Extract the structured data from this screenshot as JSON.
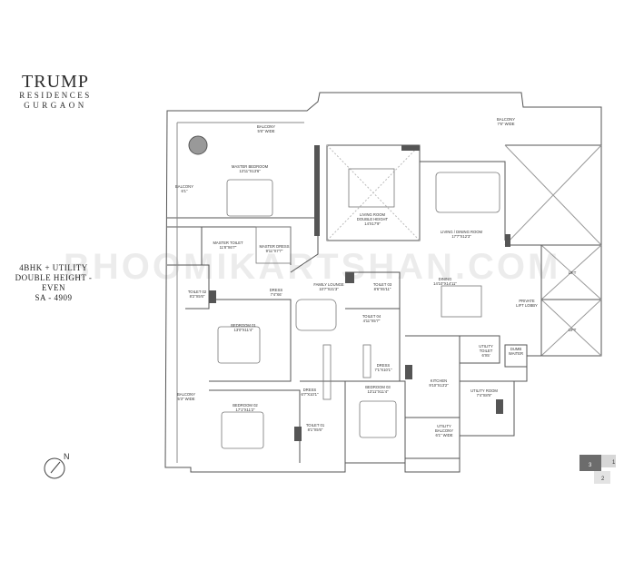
{
  "brand": {
    "name": "TRUMP",
    "sub1": "RESIDENCES",
    "sub2": "GURGAON"
  },
  "unit": {
    "type": "4BHK + UTILITY",
    "height": "DOUBLE HEIGHT - EVEN",
    "area": "SA - 4909"
  },
  "watermark": "BHOOMIKARTSHAN.COM",
  "compass": {
    "label": "N"
  },
  "keyplan": {
    "cells": [
      "3",
      "1",
      "2"
    ]
  },
  "rooms": {
    "balcony_top": {
      "name": "BALCONY",
      "dim": "5'6\" WIDE"
    },
    "balcony_top_right": {
      "name": "BALCONY",
      "dim": "7'6\" WIDE"
    },
    "balcony_left": {
      "name": "BALCONY",
      "dim": "6'1\""
    },
    "balcony_bottom_left": {
      "name": "BALCONY",
      "dim": "5'3\" WIDE"
    },
    "master_bedroom": {
      "name": "MASTER BEDROOM",
      "dim": "13'11\"X13'6\""
    },
    "living_room": {
      "name": "LIVING ROOM",
      "note": "DOUBLE HEIGHT",
      "dim": "14'X17'9\""
    },
    "living_dining": {
      "name": "LIVING / DINING ROOM",
      "dim": "17'7\"X12'3\""
    },
    "master_toilet": {
      "name": "MASTER TOILET",
      "dim": "11'8\"X6'7\""
    },
    "master_dress": {
      "name": "MASTER DRESS",
      "dim": "9'11\"X7'7\""
    },
    "dress_small": {
      "name": "DRESS",
      "dim": "7'4\"X6'"
    },
    "family_lounge": {
      "name": "FAMILY LOUNGE",
      "dim": "10'7\"X21'3\""
    },
    "toilet_02": {
      "name": "TOILET 02",
      "dim": "8'2\"X5'6\""
    },
    "toilet_03": {
      "name": "TOILET 03",
      "dim": "8'6\"X5'11\""
    },
    "toilet_04": {
      "name": "TOILET 04",
      "dim": "4'11\"X5'7\""
    },
    "toilet_01": {
      "name": "TOILET 01",
      "dim": "8'1\"X5'6\""
    },
    "dining": {
      "name": "DINING",
      "dim": "14'10\"X14'11\""
    },
    "bedroom_01": {
      "name": "BEDROOM 01",
      "dim": "13'0\"X11'4\""
    },
    "bedroom_02": {
      "name": "BEDROOM 02",
      "dim": "17'1\"X11'2\""
    },
    "bedroom_03": {
      "name": "BEDROOM 03",
      "dim": "13'11\"X11'4\""
    },
    "dress_02": {
      "name": "DRESS",
      "dim": "6'7\"X10'1\""
    },
    "dress_03": {
      "name": "DRESS",
      "dim": "7'1\"X10'1\""
    },
    "private_lift": {
      "name": "PRIVATE",
      "name2": "LIFT LOBBY"
    },
    "kitchen": {
      "name": "KITCHEN",
      "dim": "9'10\"X13'2\""
    },
    "utility_toilet": {
      "name": "UTILITY",
      "name2": "TOILET",
      "dim": "6'X5'"
    },
    "utility_room": {
      "name": "UTILITY ROOM",
      "dim": "7'4\"X8'9\""
    },
    "utility_balcony": {
      "name": "UTILITY",
      "name2": "BALCONY",
      "dim": "6'1\" WIDE"
    },
    "fire_escape": {
      "name": "DUMB",
      "name2": "WAITER"
    },
    "lift_1": {
      "name": "LIFT"
    },
    "lift_2": {
      "name": "LIFT"
    }
  }
}
